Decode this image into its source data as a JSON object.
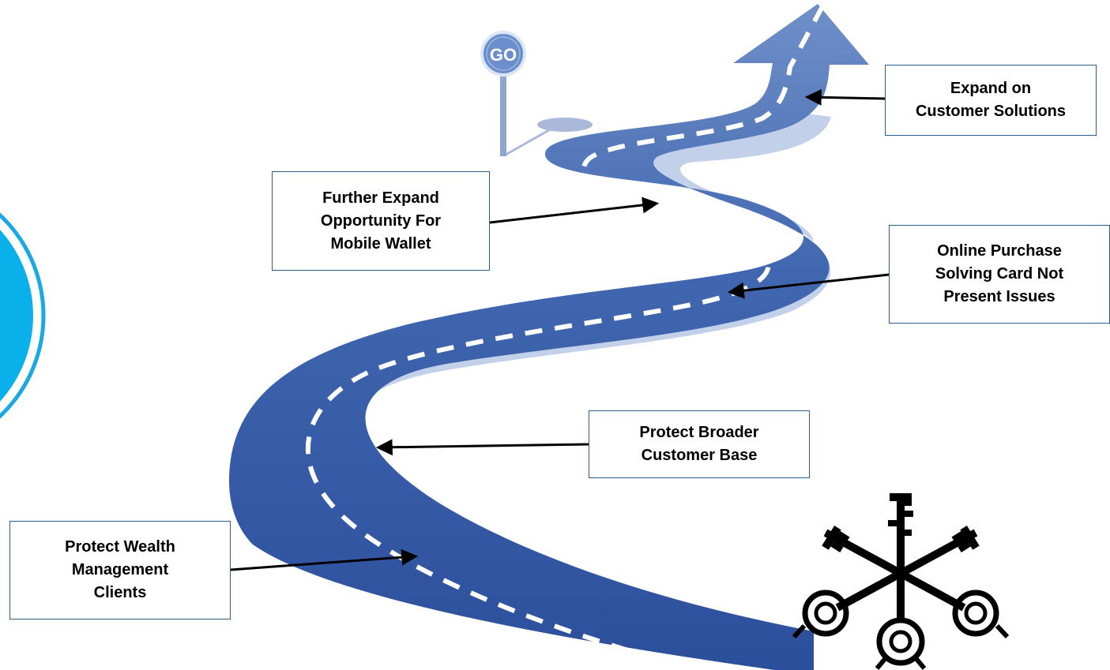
{
  "sign": {
    "text": "GO"
  },
  "callouts": {
    "expand": "Expand on\nCustomer Solutions",
    "further": "Further Expand\nOpportunity For\nMobile Wallet",
    "online": "Online Purchase\nSolving Card Not\nPresent Issues",
    "protect_broader": "Protect Broader\nCustomer Base",
    "wealth": "Protect Wealth\nManagement\nClients"
  },
  "colors": {
    "road": "#3e63ad",
    "road_dark": "#2b4d98",
    "road_shadow": "#b9c6e2",
    "circle": "#1aa9e3",
    "box_border": "#2f5d86",
    "sign": "#6b8fcc"
  }
}
